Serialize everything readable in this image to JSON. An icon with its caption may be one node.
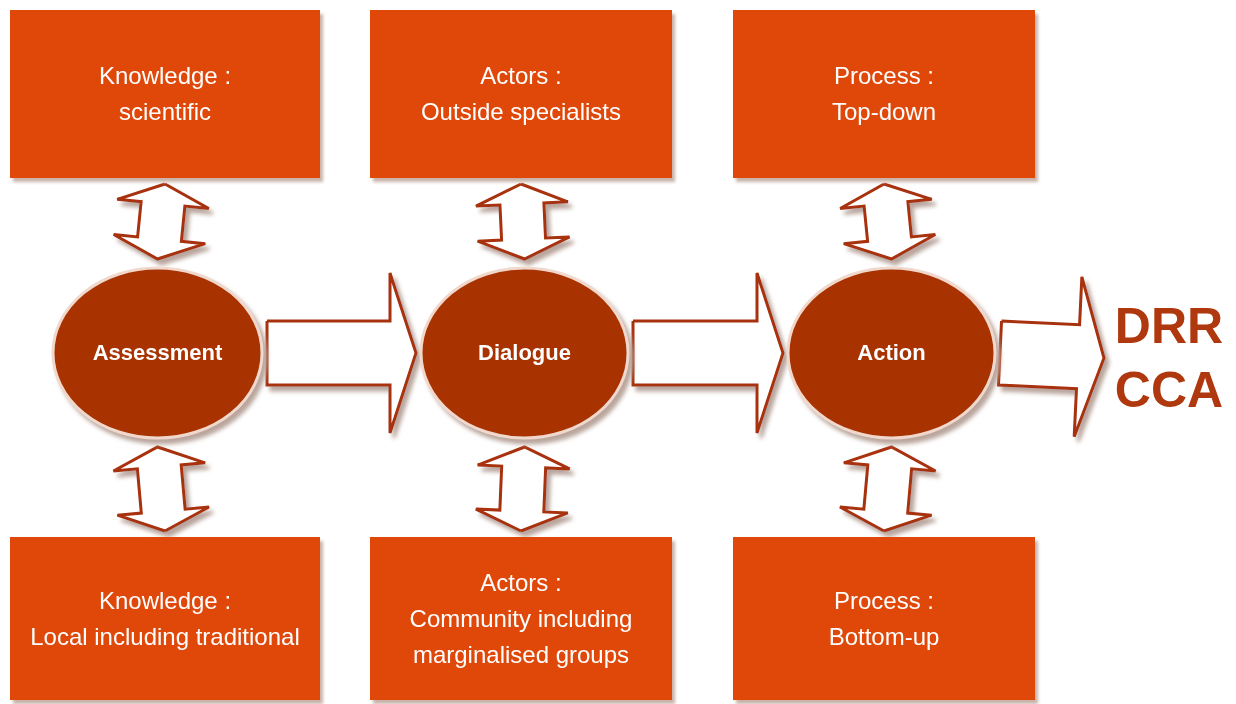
{
  "diagram": {
    "nodes": [
      {
        "text": [
          "Knowledge :",
          "scientific"
        ]
      },
      {
        "text": [
          "Actors :",
          "Outside specialists"
        ]
      },
      {
        "text": [
          "Process :",
          "Top-down"
        ]
      },
      {
        "text": [
          "Assessment"
        ]
      },
      {
        "text": [
          "Dialogue"
        ]
      },
      {
        "text": [
          "Action"
        ]
      },
      {
        "text": [
          "DRR CCA"
        ]
      },
      {
        "text": [
          "Knowledge :",
          "Local including traditional"
        ]
      },
      {
        "text": [
          "Actors :",
          "Community including marginalised groups"
        ]
      },
      {
        "text": [
          "Process :",
          "Bottom-up"
        ]
      }
    ],
    "edges": [
      {
        "from": 0,
        "to": 3,
        "arrow": "both"
      },
      {
        "from": 1,
        "to": 4,
        "arrow": "both"
      },
      {
        "from": 2,
        "to": 5,
        "arrow": "both"
      },
      {
        "from": 3,
        "to": 4,
        "arrow": "to"
      },
      {
        "from": 4,
        "to": 5,
        "arrow": "to"
      },
      {
        "from": 5,
        "to": 6,
        "arrow": "to"
      },
      {
        "from": 7,
        "to": 3,
        "arrow": "both"
      },
      {
        "from": 8,
        "to": 4,
        "arrow": "both"
      },
      {
        "from": 9,
        "to": 5,
        "arrow": "both"
      }
    ]
  }
}
